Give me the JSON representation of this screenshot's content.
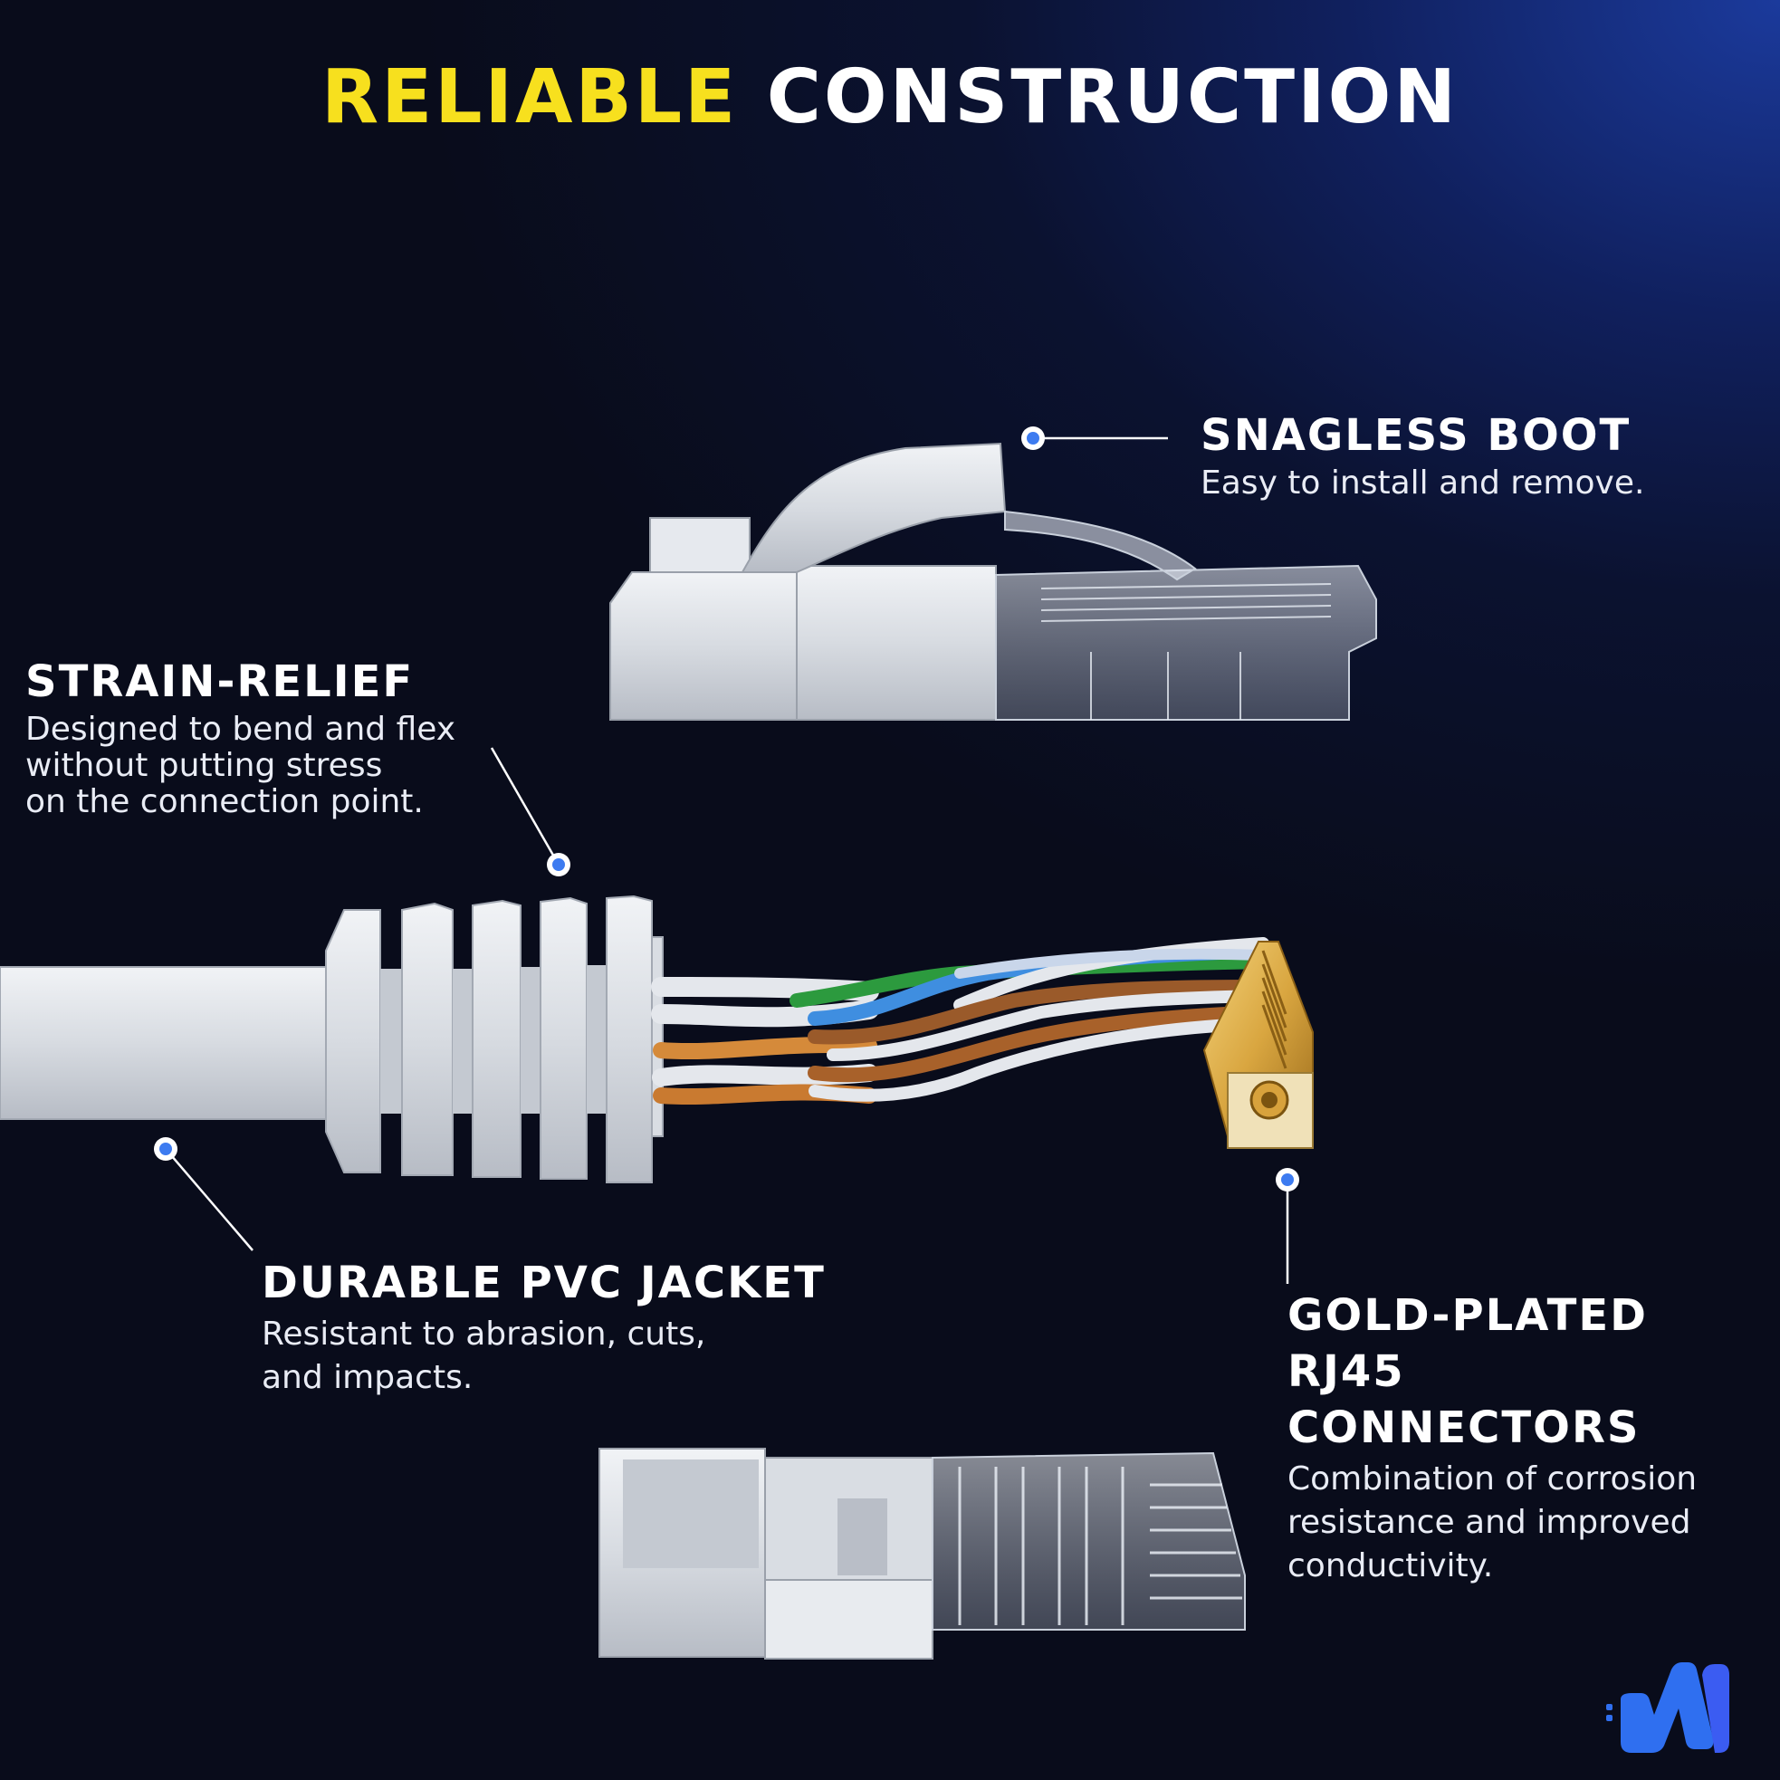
{
  "title": {
    "highlight": "RELIABLE",
    "rest": " CONSTRUCTION"
  },
  "colors": {
    "highlight": "#f7e01e",
    "background": "#090c1b",
    "accent_blue": "#3d7bf0",
    "wire_green": "#2c9a3e",
    "wire_blue": "#3f8ee0",
    "wire_brown": "#9a5a2a",
    "wire_orange": "#d58a3a",
    "gold": "#d9a640"
  },
  "callouts": {
    "snagless_boot": {
      "heading": "SNAGLESS BOOT",
      "description": "Easy to install and remove."
    },
    "strain_relief": {
      "heading": "STRAIN-RELIEF",
      "description": "Designed to bend and flex\nwithout putting stress\non the connection point."
    },
    "pvc_jacket": {
      "heading": "DURABLE PVC JACKET",
      "description": "Resistant to abrasion, cuts,\nand impacts."
    },
    "gold_connectors": {
      "heading": "GOLD-PLATED RJ45\nCONNECTORS",
      "description": "Combination of corrosion\nresistance and improved\nconductivity."
    }
  },
  "icons": {
    "marker": "callout-dot-icon",
    "brand": "brand-logo-icon"
  }
}
